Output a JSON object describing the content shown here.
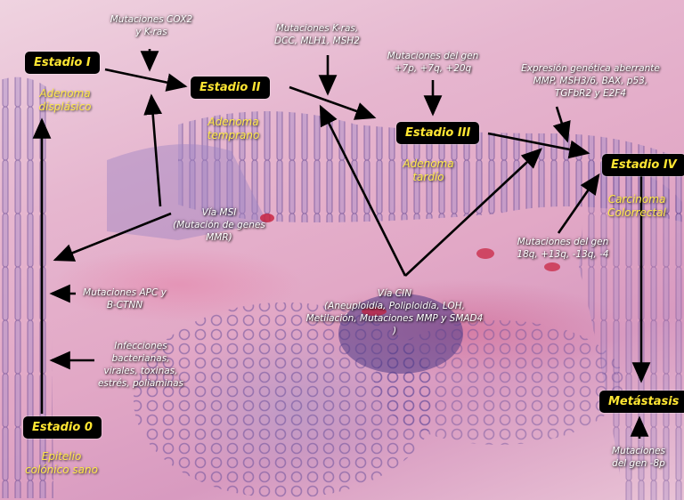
{
  "stages": {
    "s0": "Estadio 0",
    "s1": "Estadio I",
    "s2": "Estadio II",
    "s3": "Estadio III",
    "s4": "Estadio IV",
    "met": "Metástasis"
  },
  "yellow_labels": {
    "s0": [
      "Epitelio",
      "colónico sano"
    ],
    "s1": [
      "Adenoma",
      "displásico"
    ],
    "s2": [
      "Adenoma",
      "temprano"
    ],
    "s3": [
      "Adenoma",
      "tardío"
    ],
    "s4": [
      "Carcinoma",
      "Colorrectal"
    ]
  },
  "white_labels": {
    "cox2": [
      "Mutaciones COX2",
      "y K-ras"
    ],
    "kras": [
      "Mutaciones K-ras,",
      "DCC, MLH1, MSH2"
    ],
    "gen3": [
      "Mutaciones del gen",
      "+7p, +7q, +20q"
    ],
    "expr": [
      "Expresión genética aberrante",
      "MMP, MSH3/6, BAX, p53,",
      "TGFbR2 y E2F4"
    ],
    "msi": [
      "Vía MSI",
      "(Mutación de genes",
      "MMR)"
    ],
    "gen4": [
      "Mutaciones del gen",
      "18q, +13q, -13q, -4"
    ],
    "apc": [
      "Mutaciones APC y",
      "B-CTNN"
    ],
    "cin": [
      "Vía CIN",
      "(Aneuploidía, Poliploidía, LOH,",
      "Metilación, Mutaciones MMP y SMAD4",
      ")"
    ],
    "infec": [
      "Infecciones",
      "bacterianas,",
      "virales, toxinas,",
      "estrés, poliaminas"
    ],
    "gen8": [
      "Mutaciones",
      "del gen -8p"
    ]
  }
}
